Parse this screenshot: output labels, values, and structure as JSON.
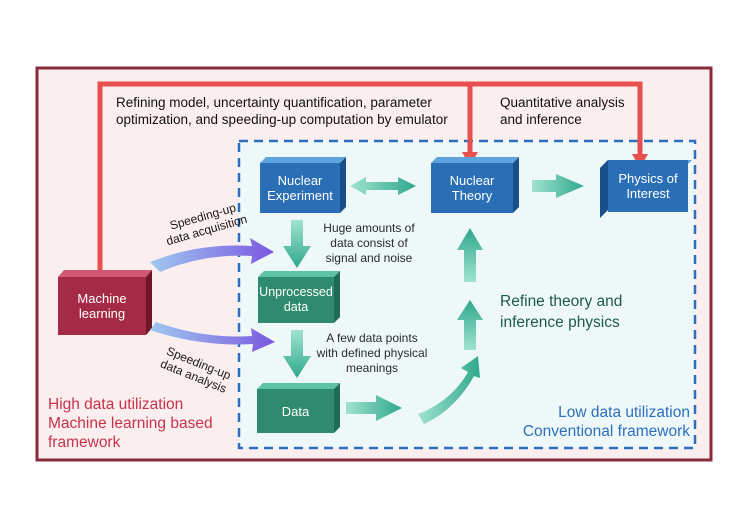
{
  "top_labels": {
    "ml_loop": [
      "Refining model, uncertainty quantification, parameter",
      "optimization, and speeding-up computation by emulator"
    ],
    "analysis": [
      "Quantitative analysis",
      "and inference"
    ]
  },
  "boxes": {
    "experiment": [
      "Nuclear",
      "Experiment"
    ],
    "theory": [
      "Nuclear",
      "Theory"
    ],
    "physics": [
      "Physics of",
      "Interest"
    ],
    "unprocessed": [
      "Unprocessed",
      "data"
    ],
    "data": "Data",
    "ml": [
      "Machine",
      "learning"
    ]
  },
  "notes": {
    "huge": [
      "Huge amounts of",
      "data consist of",
      "signal and noise"
    ],
    "few": [
      "A few data points",
      "with defined physical",
      "meanings"
    ],
    "refine": [
      "Refine theory and",
      "inference physics"
    ]
  },
  "side_labels": {
    "acquisition": [
      "Speeding-up",
      "data acquisition"
    ],
    "analysis": [
      "Speeding-up",
      "data analysis"
    ]
  },
  "frameworks": {
    "high": [
      "High data utilization",
      "Machine learning based",
      "framework"
    ],
    "low": [
      "Low data utilization",
      "Conventional framework"
    ]
  },
  "colors": {
    "outer_border": "#8b2a3a",
    "outer_fill": "#fbeeee",
    "inner_border": "#2c6fbf",
    "inner_fill": "#eef8f8",
    "blue_box": "#2a6fb5",
    "teal_box": "#2f8b6e",
    "ml_box": "#a52a46",
    "arrow_red": "#e8504f",
    "arrow_teal": "#3bb39a",
    "high_text": "#c8334b",
    "low_text": "#2c6fbf",
    "refine_text": "#1f5a4a"
  }
}
